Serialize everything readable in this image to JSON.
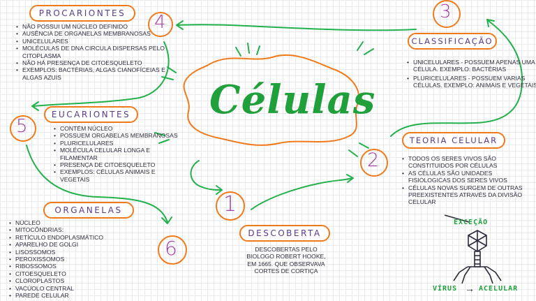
{
  "title": "Células",
  "procariontes": {
    "label": "PROCARIONTES",
    "items": [
      "NÃO POSSUI UM NÚCLEO DEFINIDO",
      "AUSÊNCIA DE ORGANELAS MEMBRANOSAS",
      "UNICELULARES",
      "MOLÉCULAS DE DNA CIRCULA DISPERSAS PELO CITOPLASMA",
      "NÃO HÁ PRESENÇA DE CITOESQUELETO",
      "EXEMPLOS: BACTÉRIAS, ALGAS CIANOFÍCEIAS E ALGAS AZUIS"
    ]
  },
  "classificacao": {
    "label": "CLASSIFICAÇÃO",
    "items": [
      "UNICELULARES - POSSUEM APENAS UMA CÉLULA. EXEMPLO: BACTÉRIAS",
      "PLURICELULARES - POSSUEM VARIAS CÉLULAS. EXEMPLO: ANIMAIS E VEGETAIS"
    ]
  },
  "eucariontes": {
    "label": "EUCARIONTES",
    "items": [
      "CONTÉM NÚCLEO",
      "POSSUEM ORGABELAS MEMBRANOSAS",
      "PLURICELULARES",
      "MOLÉCULA CELULAR LONGA E FILAMENTAR",
      "PRESENÇA DE CITOESQUELETO",
      "EXEMPLOS: CÉLULAS ANIMAIS E VEGETAIS"
    ]
  },
  "teoria": {
    "label": "TEORIA CELULAR",
    "items": [
      "TODOS OS SERES VIVOS SÃO CONSTITUIDOS POR CÉLULAS",
      "AS CÉLULAS SÃO UNIDADES FISIOLOGICAS DOS SERES VIVOS",
      "CÉLULAS NOVAS SURGEM DE OUTRAS PREEXISTENTES ATRAVÉS DA DIVISÃO CELULAR"
    ]
  },
  "organelas": {
    "label": "ORGANELAS",
    "items": [
      "NÚCLEO",
      "MITOCÔNDRIAS:",
      "RETÍCULO ENDOPLASMÁTICO",
      "APARELHO DE GOLGI",
      "LISOSSOMOS",
      "PEROXISSOMOS",
      "RIBOSSOMOS",
      "CITOESQUELETO",
      "CLOROPLASTOS",
      "VACÚOLO CENTRAL",
      "PAREDE CELULAR"
    ]
  },
  "descoberta": {
    "label": "DESCOBERTA",
    "text": "DESCOBERTAS PELO BIOLOGO ROBERT HOOKE, EM 1665. QUE OBSERVAVA CORTES DE CORTIÇA"
  },
  "virus": {
    "excecao": "EXCEÇÃO",
    "virus_label": "VÍRUS",
    "acelular": "ACELULAR",
    "arrow": "→"
  },
  "numbers": [
    "1",
    "2",
    "3",
    "4",
    "5",
    "6"
  ],
  "colors": {
    "accent_orange": "#f07a1a",
    "title_green": "#1fa03a",
    "number_purple": "#a53ba5",
    "arrow_green": "#22b04a",
    "label_purple": "#5a3a8a"
  }
}
